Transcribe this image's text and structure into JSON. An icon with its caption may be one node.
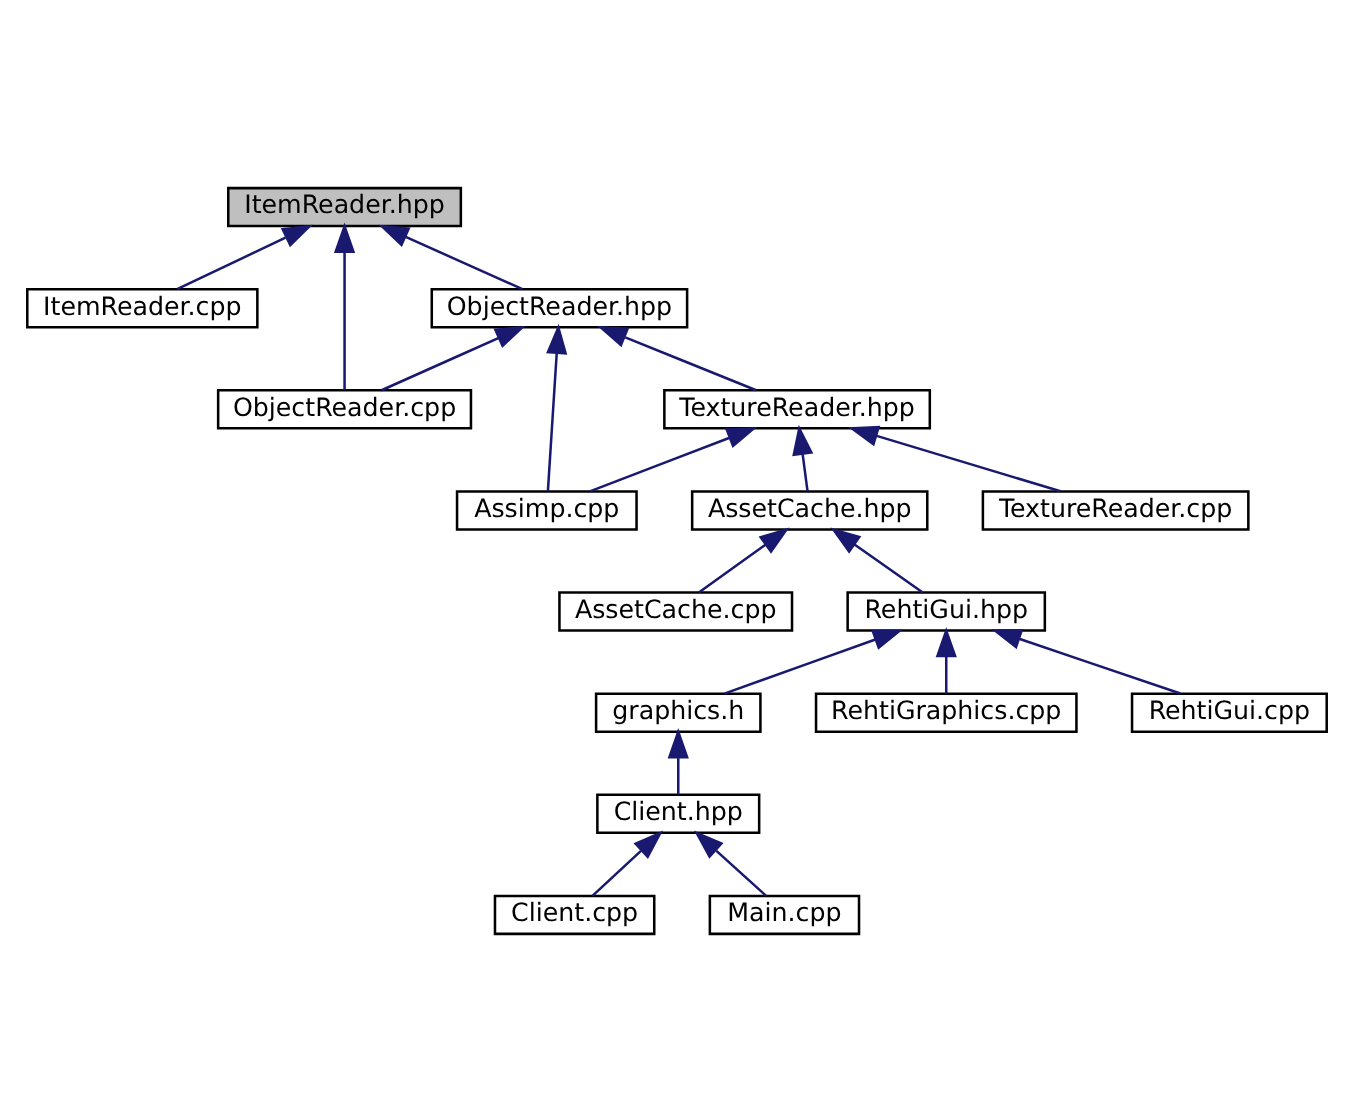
{
  "diagram": {
    "nodes": [
      {
        "text": [
          "ItemReader.hpp"
        ]
      },
      {
        "text": [
          "ItemReader.cpp"
        ]
      },
      {
        "text": [
          "ObjectReader.hpp"
        ]
      },
      {
        "text": [
          "ObjectReader.cpp"
        ]
      },
      {
        "text": [
          "TextureReader.hpp"
        ]
      },
      {
        "text": [
          "Assimp.cpp"
        ]
      },
      {
        "text": [
          "AssetCache.hpp"
        ]
      },
      {
        "text": [
          "TextureReader.cpp"
        ]
      },
      {
        "text": [
          "AssetCache.cpp"
        ]
      },
      {
        "text": [
          "RehtiGui.hpp"
        ]
      },
      {
        "text": [
          "graphics.h"
        ]
      },
      {
        "text": [
          "RehtiGraphics.cpp"
        ]
      },
      {
        "text": [
          "RehtiGui.cpp"
        ]
      },
      {
        "text": [
          "Client.hpp"
        ]
      },
      {
        "text": [
          "Client.cpp"
        ]
      },
      {
        "text": [
          "Main.cpp"
        ]
      }
    ],
    "edges": [
      {
        "from": 1,
        "to": 0,
        "arrow": "to"
      },
      {
        "from": 3,
        "to": 0,
        "arrow": "to"
      },
      {
        "from": 2,
        "to": 0,
        "arrow": "to"
      },
      {
        "from": 3,
        "to": 2,
        "arrow": "to"
      },
      {
        "from": 5,
        "to": 2,
        "arrow": "to"
      },
      {
        "from": 4,
        "to": 2,
        "arrow": "to"
      },
      {
        "from": 5,
        "to": 4,
        "arrow": "to"
      },
      {
        "from": 6,
        "to": 4,
        "arrow": "to"
      },
      {
        "from": 7,
        "to": 4,
        "arrow": "to"
      },
      {
        "from": 8,
        "to": 6,
        "arrow": "to"
      },
      {
        "from": 9,
        "to": 6,
        "arrow": "to"
      },
      {
        "from": 10,
        "to": 9,
        "arrow": "to"
      },
      {
        "from": 11,
        "to": 9,
        "arrow": "to"
      },
      {
        "from": 12,
        "to": 9,
        "arrow": "to"
      },
      {
        "from": 13,
        "to": 10,
        "arrow": "to"
      },
      {
        "from": 14,
        "to": 13,
        "arrow": "to"
      },
      {
        "from": 15,
        "to": 13,
        "arrow": "to"
      }
    ]
  }
}
